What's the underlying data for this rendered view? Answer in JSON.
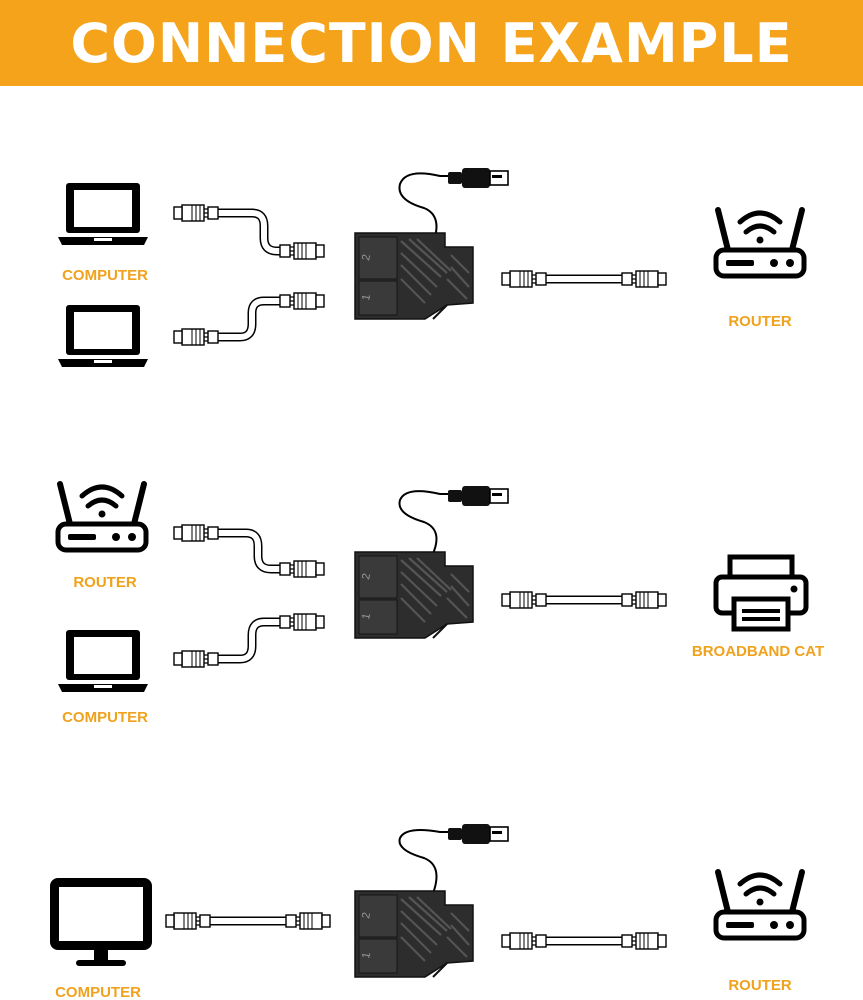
{
  "title": "CONNECTION EXAMPLE",
  "colors": {
    "accent": "#f5a31a",
    "label": "#f0a21d",
    "line": "#000000",
    "adapter": "#2b2b2b"
  },
  "adapter": {
    "port_labels": [
      "2",
      "1"
    ],
    "icon": "ethernet-splitter-adapter"
  },
  "examples": [
    {
      "left": [
        {
          "label": "COMPUTER",
          "icon": "laptop-icon"
        },
        {
          "label": "",
          "icon": "laptop-icon"
        }
      ],
      "right": {
        "label": "ROUTER",
        "icon": "router-icon"
      }
    },
    {
      "left": [
        {
          "label": "ROUTER",
          "icon": "router-icon"
        },
        {
          "label": "COMPUTER",
          "icon": "laptop-icon"
        }
      ],
      "right": {
        "label": "BROADBAND CAT",
        "icon": "printer-icon"
      }
    },
    {
      "left": [
        {
          "label": "COMPUTER",
          "icon": "monitor-icon"
        }
      ],
      "right": {
        "label": "ROUTER",
        "icon": "router-icon"
      }
    }
  ]
}
